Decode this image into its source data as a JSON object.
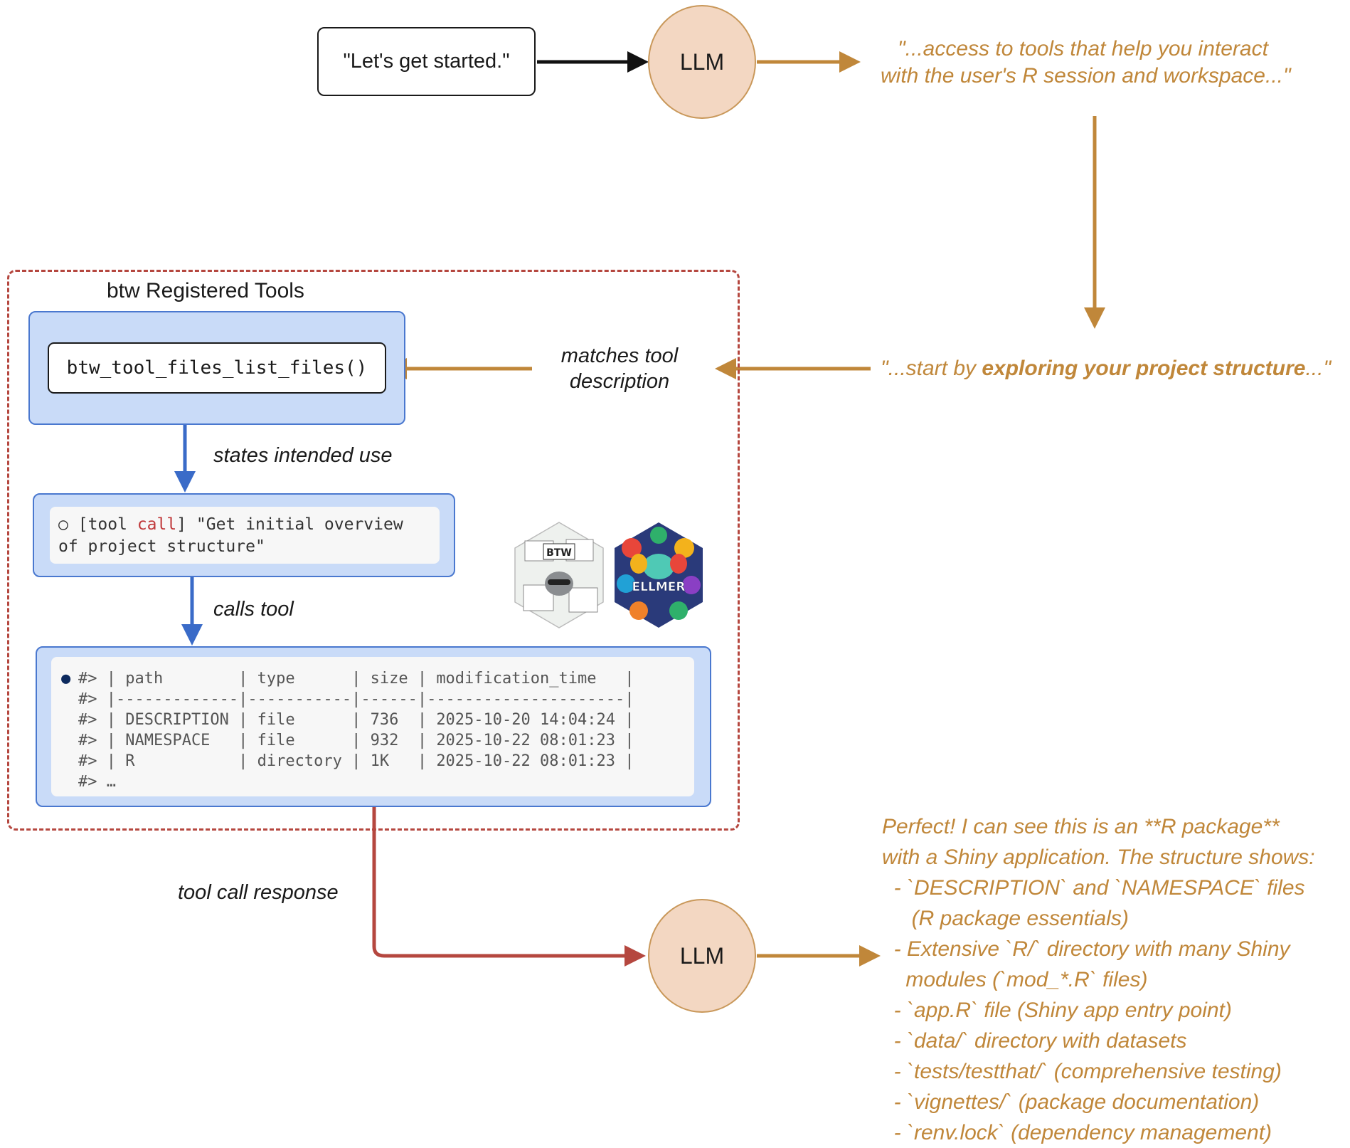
{
  "start_box": {
    "text": "\"Let's get started.\""
  },
  "llm_nodes": [
    {
      "label": "LLM"
    },
    {
      "label": "LLM"
    }
  ],
  "system_prompt_quote": {
    "lines": [
      "\"...access to tools that help you interact",
      "with the user's R session and workspace...\""
    ]
  },
  "llm_reply_quote": {
    "prefix": "\"...start by ",
    "bold": "exploring your project structure",
    "suffix": "...\""
  },
  "registry": {
    "title": "btw Registered Tools",
    "function_name": "btw_tool_files_list_files()"
  },
  "edge_labels": {
    "matches": [
      "matches tool",
      "description"
    ],
    "states_use": "states intended use",
    "calls_tool": "calls tool",
    "response": "tool call response"
  },
  "tool_call": {
    "icon": "○",
    "line1_pre": "[tool ",
    "line1_red": "call",
    "line1_post": "] \"Get initial overview",
    "line2": "of project structure\""
  },
  "result_table": {
    "bullet": "●",
    "prefix": "#>",
    "headers": [
      "path",
      "type",
      "size",
      "modification_time"
    ],
    "rows": [
      [
        "DESCRIPTION",
        "file",
        "736",
        "2025-10-20 14:04:24"
      ],
      [
        "NAMESPACE",
        "file",
        "932",
        "2025-10-22 08:01:23"
      ],
      [
        "R",
        "directory",
        "1K",
        "2025-10-22 08:01:23"
      ]
    ],
    "ellipsis": "…"
  },
  "logos": [
    {
      "name": "BTW"
    },
    {
      "name": "ELLMER"
    }
  ],
  "final_response": {
    "lines": [
      "Perfect! I can see this is an **R package**",
      "with a Shiny application. The structure shows:",
      "  - `DESCRIPTION` and `NAMESPACE` files",
      "     (R package essentials)",
      "  - Extensive `R/` directory with many Shiny",
      "    modules (`mod_*.R` files)",
      "  - `app.R` file (Shiny app entry point)",
      "  - `data/` directory with datasets",
      "  - `tests/testthat/` (comprehensive testing)",
      "  - `vignettes/` (package documentation)",
      "  - `renv.lock` (dependency management)"
    ]
  },
  "colors": {
    "gold": "#c0873a",
    "red": "#b5473f",
    "blue": "#3a6bc8",
    "llm_fill": "#f3d7c2"
  }
}
